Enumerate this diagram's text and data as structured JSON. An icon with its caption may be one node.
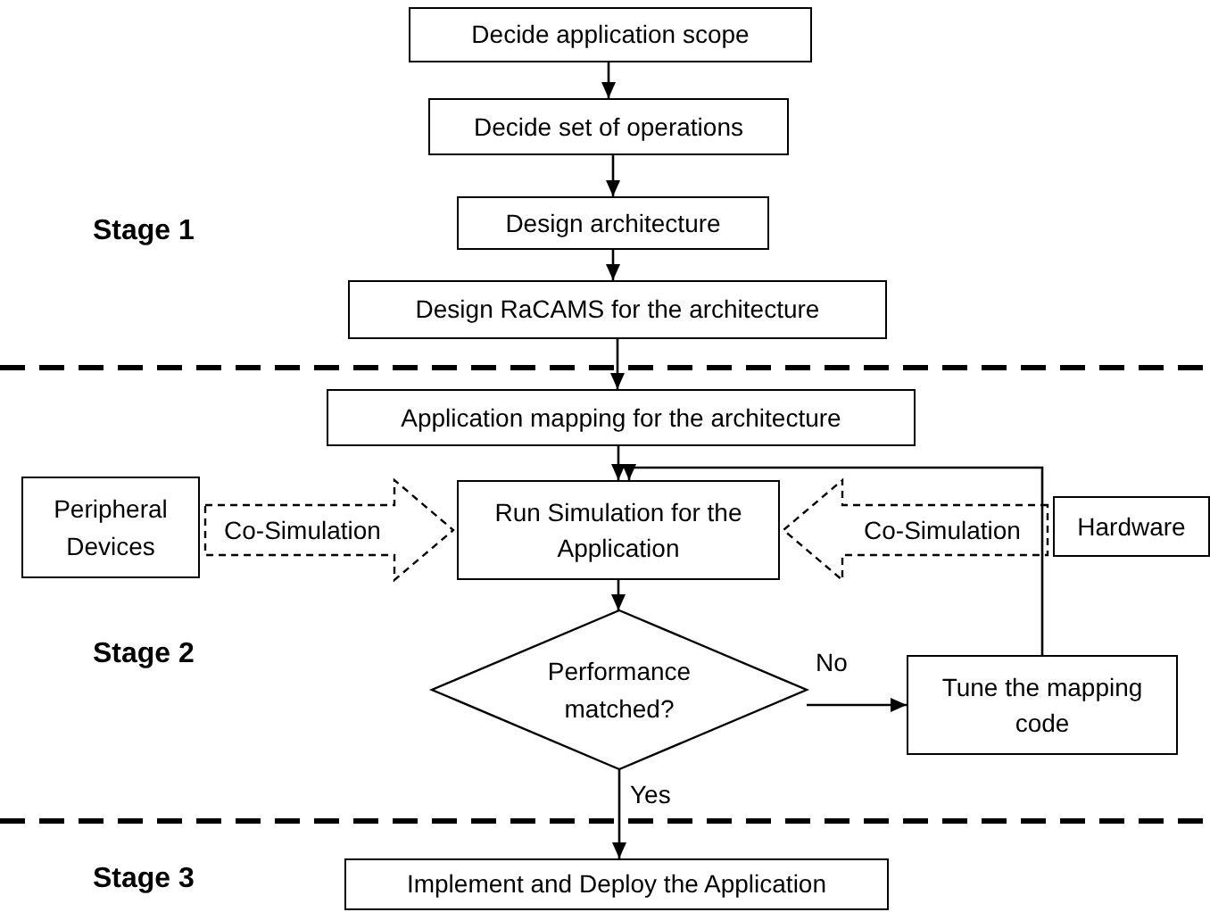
{
  "diagram": {
    "nodes": [
      {
        "text": [
          "Decide application scope"
        ]
      },
      {
        "text": [
          "Decide set of operations"
        ]
      },
      {
        "text": [
          "Design architecture"
        ]
      },
      {
        "text": [
          "Design RaCAMS for the architecture"
        ]
      },
      {
        "text": [
          "Application mapping for the architecture"
        ]
      },
      {
        "text": [
          "Peripheral Devices"
        ]
      },
      {
        "text": [
          "Run Simulation for the Application"
        ]
      },
      {
        "text": [
          "Hardware"
        ]
      },
      {
        "text": [
          "Performance matched?"
        ]
      },
      {
        "text": [
          "Tune the mapping code"
        ]
      },
      {
        "text": [
          "Implement and Deploy the Application"
        ]
      }
    ],
    "edges": [
      {
        "from": 0,
        "to": 1,
        "arrow": "to"
      },
      {
        "from": 1,
        "to": 2,
        "arrow": "to"
      },
      {
        "from": 2,
        "to": 3,
        "arrow": "to"
      },
      {
        "from": 3,
        "to": 4,
        "arrow": "to"
      },
      {
        "from": 4,
        "to": 6,
        "arrow": "to"
      },
      {
        "from": 5,
        "to": 6,
        "arrow": "to",
        "label": "Co-Simulation",
        "style": "dashed"
      },
      {
        "from": 7,
        "to": 6,
        "arrow": "to",
        "label": "Co-Simulation",
        "style": "dashed"
      },
      {
        "from": 6,
        "to": 8,
        "arrow": "to"
      },
      {
        "from": 8,
        "to": 9,
        "arrow": "to",
        "label": "No"
      },
      {
        "from": 9,
        "to": 6,
        "arrow": "to"
      },
      {
        "from": 8,
        "to": 10,
        "arrow": "to",
        "label": "Yes"
      }
    ],
    "labels": [
      "Stage 1",
      "Stage 2",
      "Stage 3"
    ]
  }
}
